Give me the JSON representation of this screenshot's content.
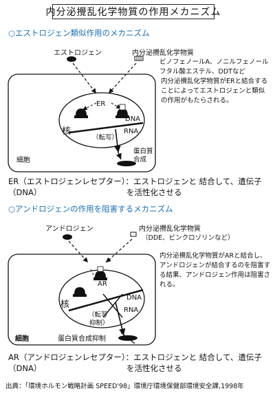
{
  "title": "内分泌攪乱化学物質の作用メカニズム",
  "section1": {
    "heading": "○エストロジェン類似作用のメカニズム",
    "estrogen_label": "エストロジェン",
    "edc_label": "内分泌攪乱化学物質",
    "edc_examples": [
      "ビノフェノールA、ノニルフェノール",
      "フタル酸エステル、DDTなど"
    ],
    "note": "内分泌攪乱化学物質がERと結合することによってエストロジェンと類似の作用がもたらされる。",
    "receptor": "ER",
    "nucleus": "核",
    "dna": "DNA",
    "rna": "RNA",
    "transcription": "（転写）",
    "protein": [
      "蛋白質",
      "合成"
    ],
    "cell": "細胞",
    "caption": [
      "ER（エストロジェンレセプター）：エストロジェンと 結合して、遺伝子（DNA）",
      "を活性化させる"
    ]
  },
  "section2": {
    "heading": "○アンドロジェンの作用を阻害するメカニズム",
    "androgen_label": "アンドロジェン",
    "edc_label": "内分泌攪乱化学物質",
    "edc_examples": "（DDE、ビンクロゾリンなど）",
    "note": "内分泌攪乱化学物質がARと結合し、アンドロジェンが結合するのを阻害する結果、アンドロジェン作用は阻害される。",
    "receptor": "AR",
    "nucleus": "核",
    "dna": "DNA",
    "rna": "RNA",
    "transcription": [
      "（転写",
      "抑制）"
    ],
    "protein": "蛋白質合成抑制",
    "cell": "細胞",
    "caption": [
      "AR（アンドロジェンレセプター）：エストロジェンと 結合して、遺伝子（DNA）",
      "を活性化させる"
    ]
  },
  "source": "出典：「環境ホルモン戦略計画 SPEED'98」環境庁環境保健部環境安全課,1998年"
}
